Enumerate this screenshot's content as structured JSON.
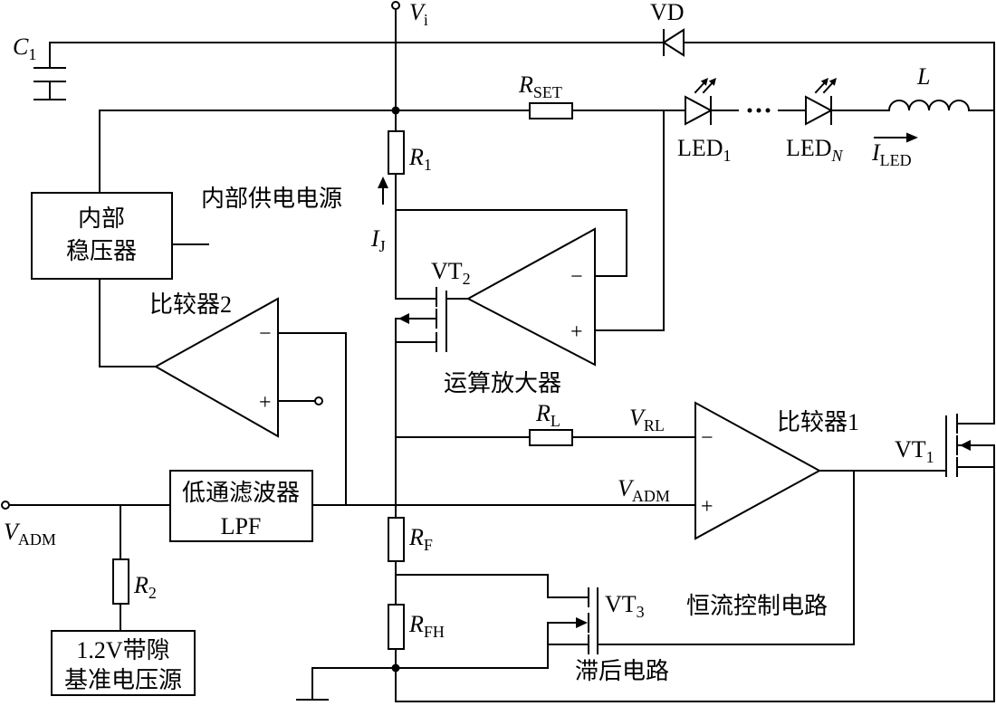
{
  "labels": {
    "vi": {
      "main": "V",
      "sub": "i"
    },
    "c1": {
      "main": "C",
      "sub": "1"
    },
    "vd": {
      "main": "VD"
    },
    "rset": {
      "main": "R",
      "sub": "SET"
    },
    "l": {
      "main": "L"
    },
    "led1": {
      "main": "LED",
      "sub": "1"
    },
    "ledn": {
      "main": "LED",
      "sub": "N"
    },
    "iled": {
      "main": "I",
      "sub": "LED"
    },
    "r1": {
      "main": "R",
      "sub": "1"
    },
    "ij": {
      "main": "I",
      "sub": "J"
    },
    "vt2": {
      "main": "VT",
      "sub": "2"
    },
    "rl": {
      "main": "R",
      "sub": "L"
    },
    "vrl": {
      "main": "V",
      "sub": "RL"
    },
    "vt1": {
      "main": "VT",
      "sub": "1"
    },
    "vadm_cmp": {
      "main": "V",
      "sub": "ADM"
    },
    "vadm_in": {
      "main": "V",
      "sub": "ADM"
    },
    "rf": {
      "main": "R",
      "sub": "F"
    },
    "r2": {
      "main": "R",
      "sub": "2"
    },
    "vt3": {
      "main": "VT",
      "sub": "3"
    },
    "rfh": {
      "main": "R",
      "sub": "FH"
    }
  },
  "blocks": {
    "internal_supply": "内部供电电源",
    "regulator": [
      "内部",
      "稳压器"
    ],
    "comparator2": "比较器2",
    "opamp": "运算放大器",
    "comparator1": "比较器1",
    "lpf": [
      "低通滤波器",
      "LPF"
    ],
    "reference": [
      "1.2V带隙",
      "基准电压源"
    ],
    "constant_current": "恒流控制电路",
    "hysteresis": "滞后电路"
  },
  "signs": {
    "minus": "−",
    "plus": "+"
  }
}
